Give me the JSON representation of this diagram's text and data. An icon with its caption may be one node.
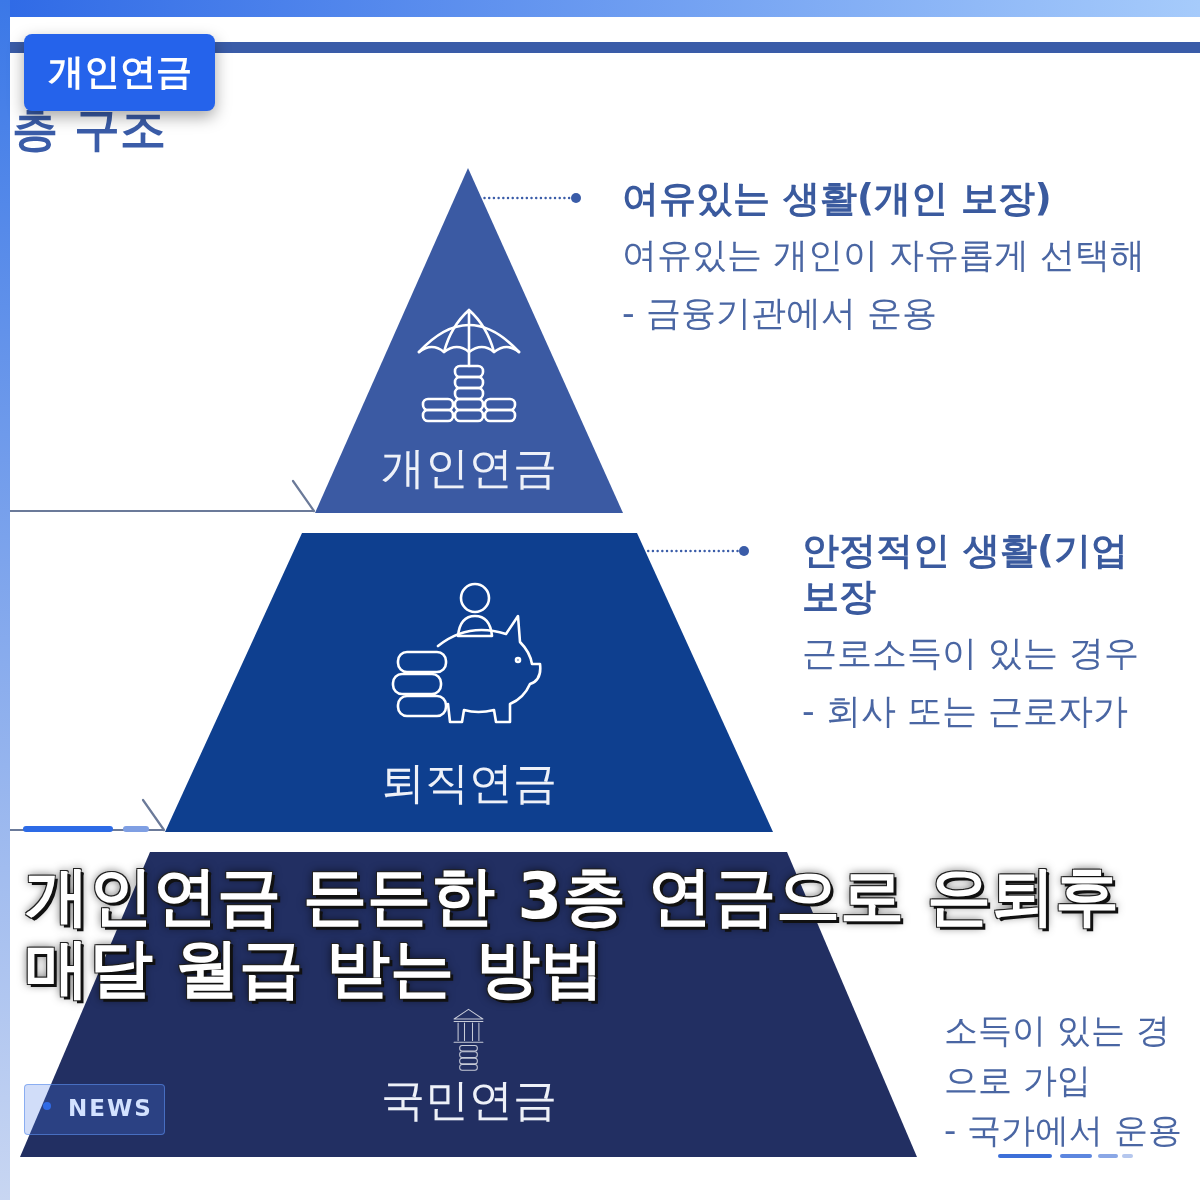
{
  "diagram": {
    "title": "개인연금 든든한 3층 연금으로 은퇴후 매달 월급 받는 방법",
    "nodes": [
      {
        "text": [
          "개인연금"
        ]
      },
      {
        "text": [
          "퇴직연금"
        ]
      },
      {
        "text": [
          "국민연금"
        ],
        "beside": [
          "소득이 있는 경",
          "으로 가입",
          "- 국가에서 운용"
        ]
      },
      {
        "text": [
          "여유있는 생활(개인 보장)",
          "여유있는 개인이 자유롭게 선택해",
          "- 금융기관에서 운용"
        ]
      },
      {
        "text": [
          "안정적인 생활(기업 보장",
          "근로소득이 있는 경우",
          "- 회사 또는 근로자가"
        ]
      }
    ],
    "edges": [
      {
        "from": 0,
        "to": 3,
        "arrow": "other",
        "style": "dashed"
      },
      {
        "from": 1,
        "to": 4,
        "arrow": "other",
        "style": "dashed"
      },
      {
        "from": null,
        "to": 0,
        "arrow": "other",
        "color": "#6b7a99"
      },
      {
        "from": null,
        "to": 1,
        "arrow": "other",
        "color": "#6b7a99"
      }
    ],
    "labels": [
      "개인연금",
      "층 구조",
      "NEWS"
    ]
  }
}
